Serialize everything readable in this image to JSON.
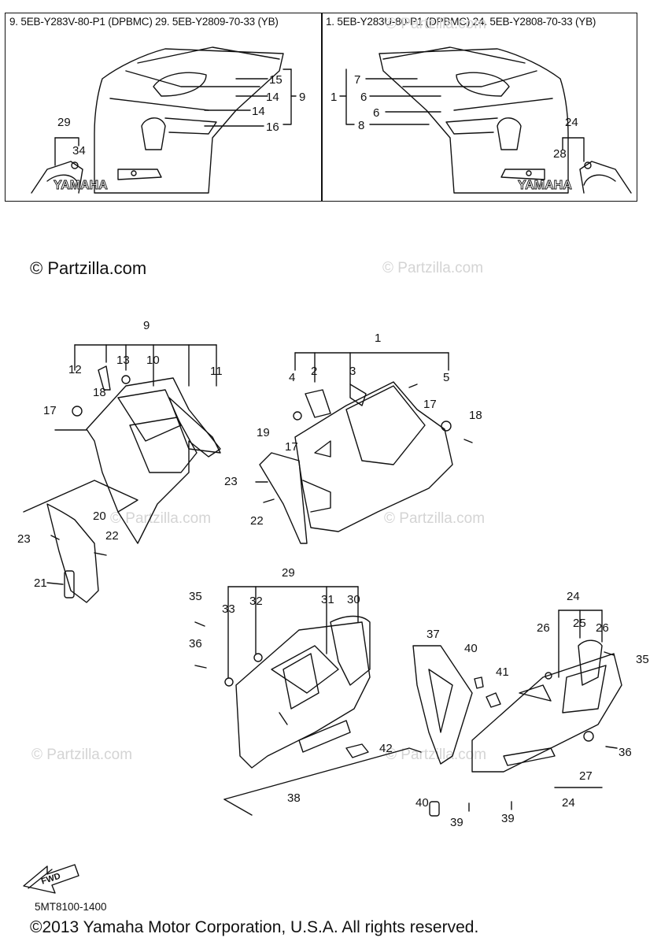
{
  "header": {
    "left_caption": "9. 5EB-Y283V-80-P1 (DPBMC)   29. 5EB-Y2809-70-33 (YB)",
    "right_caption": "1. 5EB-Y283U-80-P1 (DPBMC)   24. 5EB-Y2808-70-33 (YB)"
  },
  "watermark": "© Partzilla.com",
  "copyright_top": "© Partzilla.com",
  "brand_decal": "YAMAHA",
  "fwd_label": "FWD",
  "diagram_code": "5MT8100-1400",
  "footer": "©2013  Yamaha Motor Corporation, U.S.A. All rights reserved.",
  "callouts": {
    "n1": "1",
    "n2": "2",
    "n3": "3",
    "n4": "4",
    "n5": "5",
    "n6": "6",
    "n7": "7",
    "n8": "8",
    "n9": "9",
    "n10": "10",
    "n11": "11",
    "n12": "12",
    "n13": "13",
    "n14": "14",
    "n15": "15",
    "n16": "16",
    "n17": "17",
    "n18": "18",
    "n19": "19",
    "n20": "20",
    "n21": "21",
    "n22": "22",
    "n23": "23",
    "n24": "24",
    "n25": "25",
    "n26": "26",
    "n27": "27",
    "n28": "28",
    "n29": "29",
    "n30": "30",
    "n31": "31",
    "n32": "32",
    "n33": "33",
    "n34": "34",
    "n35": "35",
    "n36": "36",
    "n37": "37",
    "n38": "38",
    "n39": "39",
    "n40": "40",
    "n41": "41",
    "n42": "42"
  }
}
